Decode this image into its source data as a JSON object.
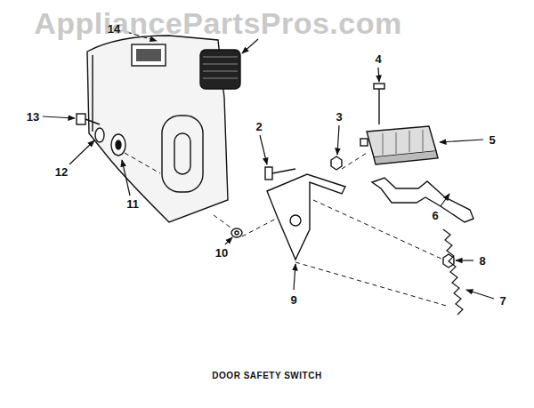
{
  "diagram": {
    "caption": "DOOR SAFETY SWITCH",
    "labels": [
      "AppliancePartsPros.com",
      "14",
      "4",
      "13",
      "3",
      "2",
      "5",
      "12",
      "11",
      "6",
      "10",
      "8",
      "9",
      "7"
    ]
  }
}
